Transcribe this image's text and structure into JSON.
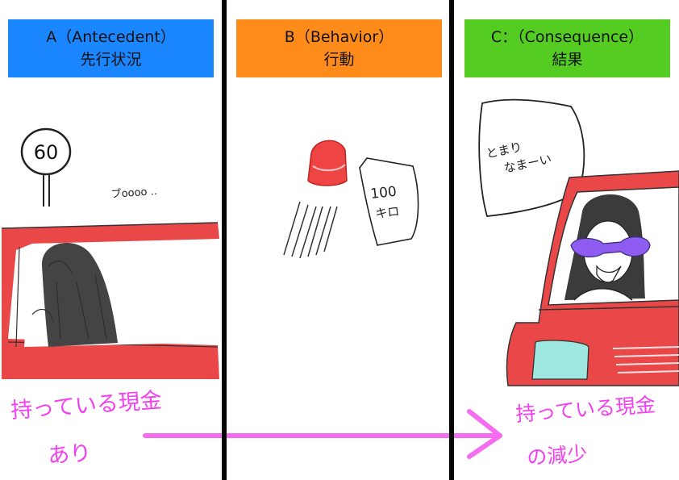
{
  "panels": [
    {
      "title": "A（Antecedent）",
      "subtitle": "先行状況",
      "color": "#1a86ff"
    },
    {
      "title": "B（Behavior）",
      "subtitle": "行動",
      "color": "#ff8c1a"
    },
    {
      "title": "C：（Consequence）",
      "subtitle": "結果",
      "color": "#55cc22"
    }
  ],
  "sign_text": "60",
  "engine_sound": "ブoooo ..",
  "speed_bubble": {
    "line1": "100",
    "line2": "キロ"
  },
  "speech_bubble": {
    "line1": "とまり",
    "line2": "なまーい"
  },
  "caption_left": {
    "line1": "持っている現金",
    "line2": "あり"
  },
  "caption_right": {
    "line1": "持っている現金",
    "line2": "の減少"
  },
  "colors": {
    "caption": "#f23ff0",
    "arrow": "#f56cf0",
    "car": "#ea4848",
    "siren": "#ee4444",
    "lens": "#8f5cf2",
    "window": "#9fe8e2"
  }
}
